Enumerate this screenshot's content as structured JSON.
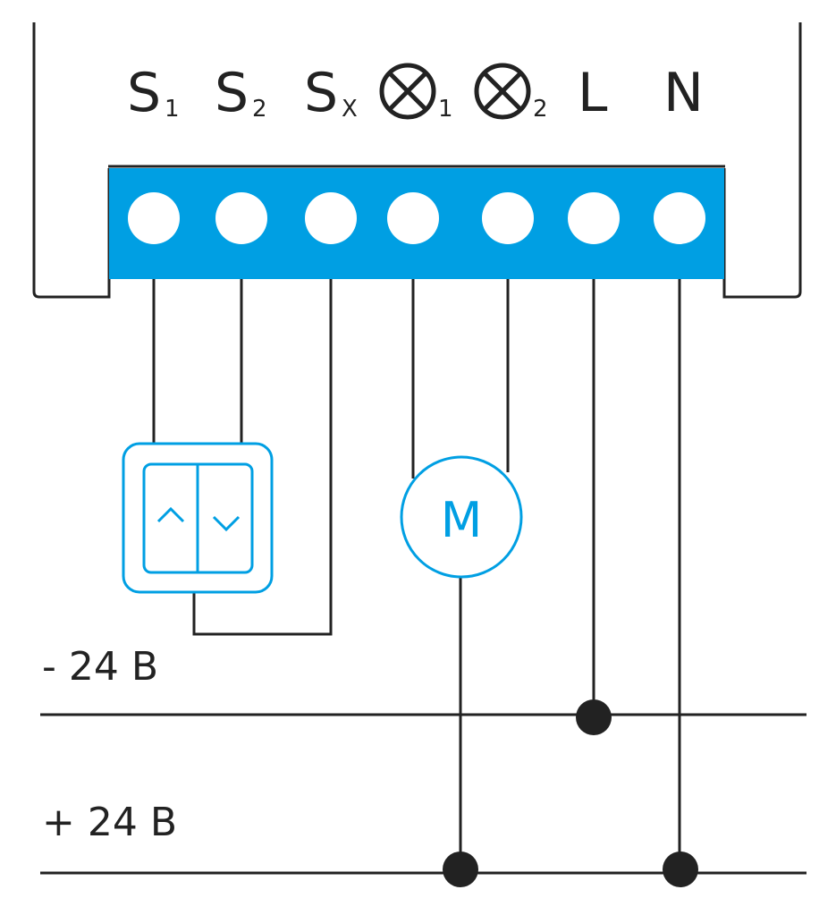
{
  "diagram": {
    "type": "wiring-diagram",
    "colors": {
      "terminal_block": "#009fe3",
      "terminal_hole": "#ffffff",
      "wire": "#222222",
      "component_stroke": "#009fe3"
    },
    "terminals": [
      {
        "id": "S1",
        "main": "S",
        "sub": "1",
        "symbol": "text"
      },
      {
        "id": "S2",
        "main": "S",
        "sub": "2",
        "symbol": "text"
      },
      {
        "id": "Sx",
        "main": "S",
        "sub": "X",
        "symbol": "text"
      },
      {
        "id": "O1",
        "main": "",
        "sub": "1",
        "symbol": "lamp-cross"
      },
      {
        "id": "O2",
        "main": "",
        "sub": "2",
        "symbol": "lamp-cross"
      },
      {
        "id": "L",
        "main": "L",
        "sub": "",
        "symbol": "text"
      },
      {
        "id": "N",
        "main": "N",
        "sub": "",
        "symbol": "text"
      }
    ],
    "components": {
      "switch": {
        "name": "blind-switch",
        "buttons": [
          "up-arrow",
          "down-arrow"
        ]
      },
      "motor": {
        "name": "motor",
        "label": "M"
      }
    },
    "rails": [
      {
        "id": "neg",
        "label": "- 24 B"
      },
      {
        "id": "pos",
        "label": "+ 24 B"
      }
    ],
    "connections": [
      {
        "from": "S1",
        "to": "switch"
      },
      {
        "from": "S2",
        "to": "switch"
      },
      {
        "from": "Sx",
        "to": "switch-common"
      },
      {
        "from": "O1",
        "to": "motor"
      },
      {
        "from": "O2",
        "to": "motor"
      },
      {
        "from": "motor",
        "to": "pos"
      },
      {
        "from": "L",
        "to": "neg"
      },
      {
        "from": "N",
        "to": "pos"
      }
    ]
  }
}
